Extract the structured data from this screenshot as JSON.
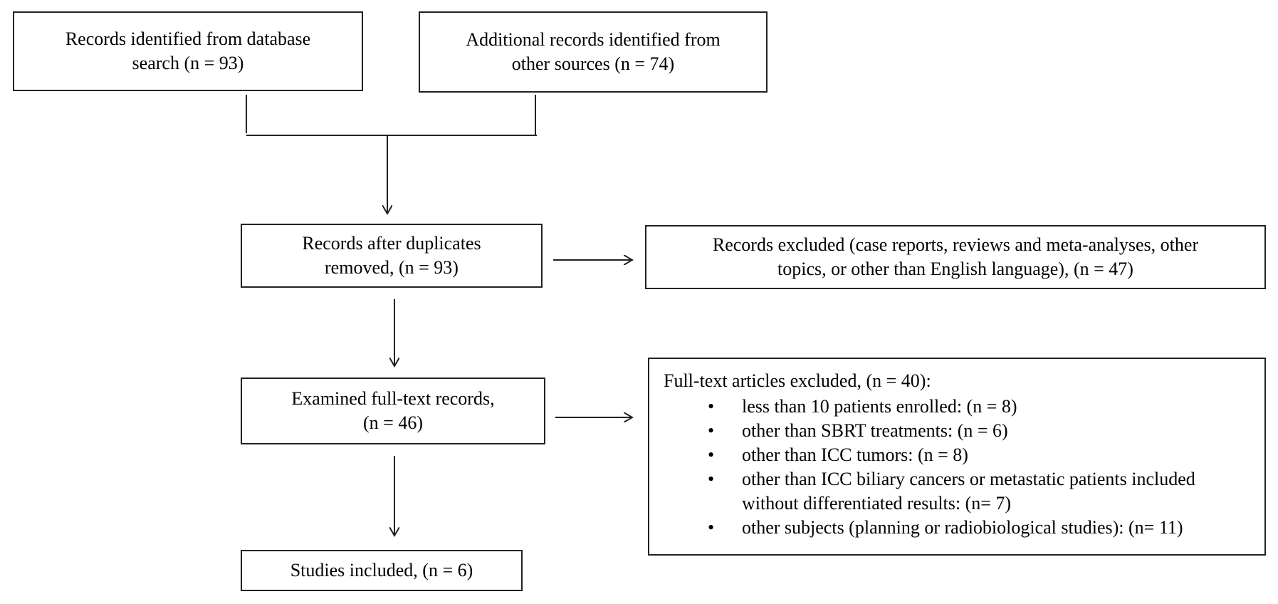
{
  "boxes": {
    "database": {
      "line1": "Records identified from database",
      "line2": "search (n = 93)"
    },
    "other_sources": {
      "line1": "Additional records identified from",
      "line2": "other sources (n = 74)"
    },
    "after_duplicates": {
      "line1": "Records after duplicates",
      "line2": "removed, (n = 93)"
    },
    "records_excluded": {
      "line1": "Records excluded (case reports, reviews and meta-analyses, other",
      "line2": "topics, or other than English language), (n = 47)"
    },
    "full_text_examined": {
      "line1": "Examined full-text records,",
      "line2": "(n = 46)"
    },
    "full_text_excluded": {
      "title": "Full-text articles excluded, (n = 40):",
      "bullet_char": "•",
      "items": [
        {
          "lines": [
            "less than 10 patients enrolled: (n = 8)"
          ]
        },
        {
          "lines": [
            "other than SBRT treatments: (n = 6)"
          ]
        },
        {
          "lines": [
            "other than ICC tumors: (n = 8)"
          ]
        },
        {
          "lines": [
            "other than ICC biliary cancers or metastatic patients included",
            "without differentiated results: (n= 7)"
          ]
        },
        {
          "lines": [
            "other subjects (planning or radiobiological studies): (n= 11)"
          ]
        }
      ]
    },
    "studies_included": {
      "line1": "Studies included, (n = 6)"
    }
  },
  "colors": {
    "border": "#222222",
    "background": "#ffffff",
    "text": "#000000"
  }
}
